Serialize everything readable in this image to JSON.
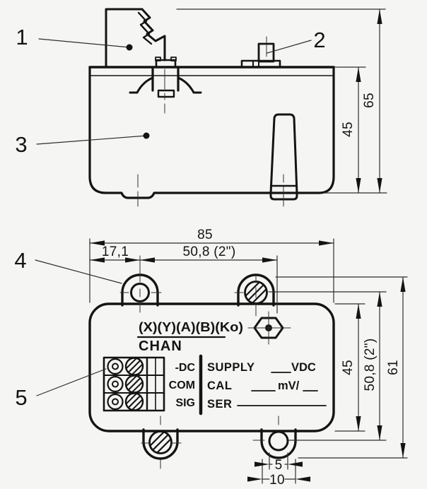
{
  "colors": {
    "background": "#f5f5f3",
    "ink": "#141414",
    "thin_line": "#2e2e2e"
  },
  "callouts": {
    "item1": "1",
    "item2": "2",
    "item3": "3",
    "item4": "4",
    "item5": "5"
  },
  "top_view": {
    "dim_overall_height": "65",
    "dim_body_height": "45"
  },
  "bottom_view": {
    "dim_overall_width": "85",
    "dim_hole_offset": "17,1",
    "dim_hole_pitch_horizontal": "50,8 (2\")",
    "dim_body_height": "45",
    "dim_hole_pitch_vertical": "50,8 (2\")",
    "dim_overall_height": "61",
    "dim_hole_diameter": "5",
    "dim_lug_width": "10",
    "face": {
      "code_line": "(X)(Y)(A)(B)(Ko)",
      "channel_label": "CHAN",
      "terminals": [
        "-DC",
        "COM",
        "SIG"
      ],
      "supply_label": "SUPPLY",
      "supply_unit": "VDC",
      "cal_label": "CAL",
      "cal_unit": "mV/",
      "serial_label": "SER"
    }
  }
}
